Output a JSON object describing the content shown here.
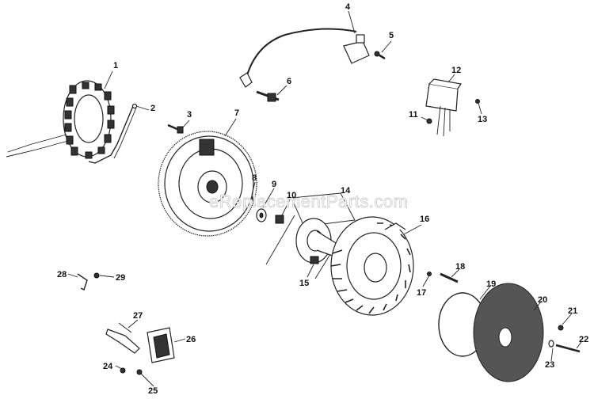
{
  "watermark": "eReplacementParts.com",
  "callouts": [
    {
      "id": "1",
      "label": "1"
    },
    {
      "id": "2",
      "label": "2"
    },
    {
      "id": "3",
      "label": "3"
    },
    {
      "id": "4",
      "label": "4"
    },
    {
      "id": "5",
      "label": "5"
    },
    {
      "id": "6",
      "label": "6"
    },
    {
      "id": "7",
      "label": "7"
    },
    {
      "id": "8",
      "label": "8"
    },
    {
      "id": "9",
      "label": "9"
    },
    {
      "id": "10",
      "label": "10"
    },
    {
      "id": "11",
      "label": "11"
    },
    {
      "id": "12",
      "label": "12"
    },
    {
      "id": "13",
      "label": "13"
    },
    {
      "id": "14",
      "label": "14"
    },
    {
      "id": "15",
      "label": "15"
    },
    {
      "id": "16",
      "label": "16"
    },
    {
      "id": "17",
      "label": "17"
    },
    {
      "id": "18",
      "label": "18"
    },
    {
      "id": "19",
      "label": "19"
    },
    {
      "id": "20",
      "label": "20"
    },
    {
      "id": "21",
      "label": "21"
    },
    {
      "id": "22",
      "label": "22"
    },
    {
      "id": "23",
      "label": "23"
    },
    {
      "id": "24",
      "label": "24"
    },
    {
      "id": "25",
      "label": "25"
    },
    {
      "id": "26",
      "label": "26"
    },
    {
      "id": "27",
      "label": "27"
    },
    {
      "id": "28",
      "label": "28"
    },
    {
      "id": "29",
      "label": "29"
    }
  ]
}
